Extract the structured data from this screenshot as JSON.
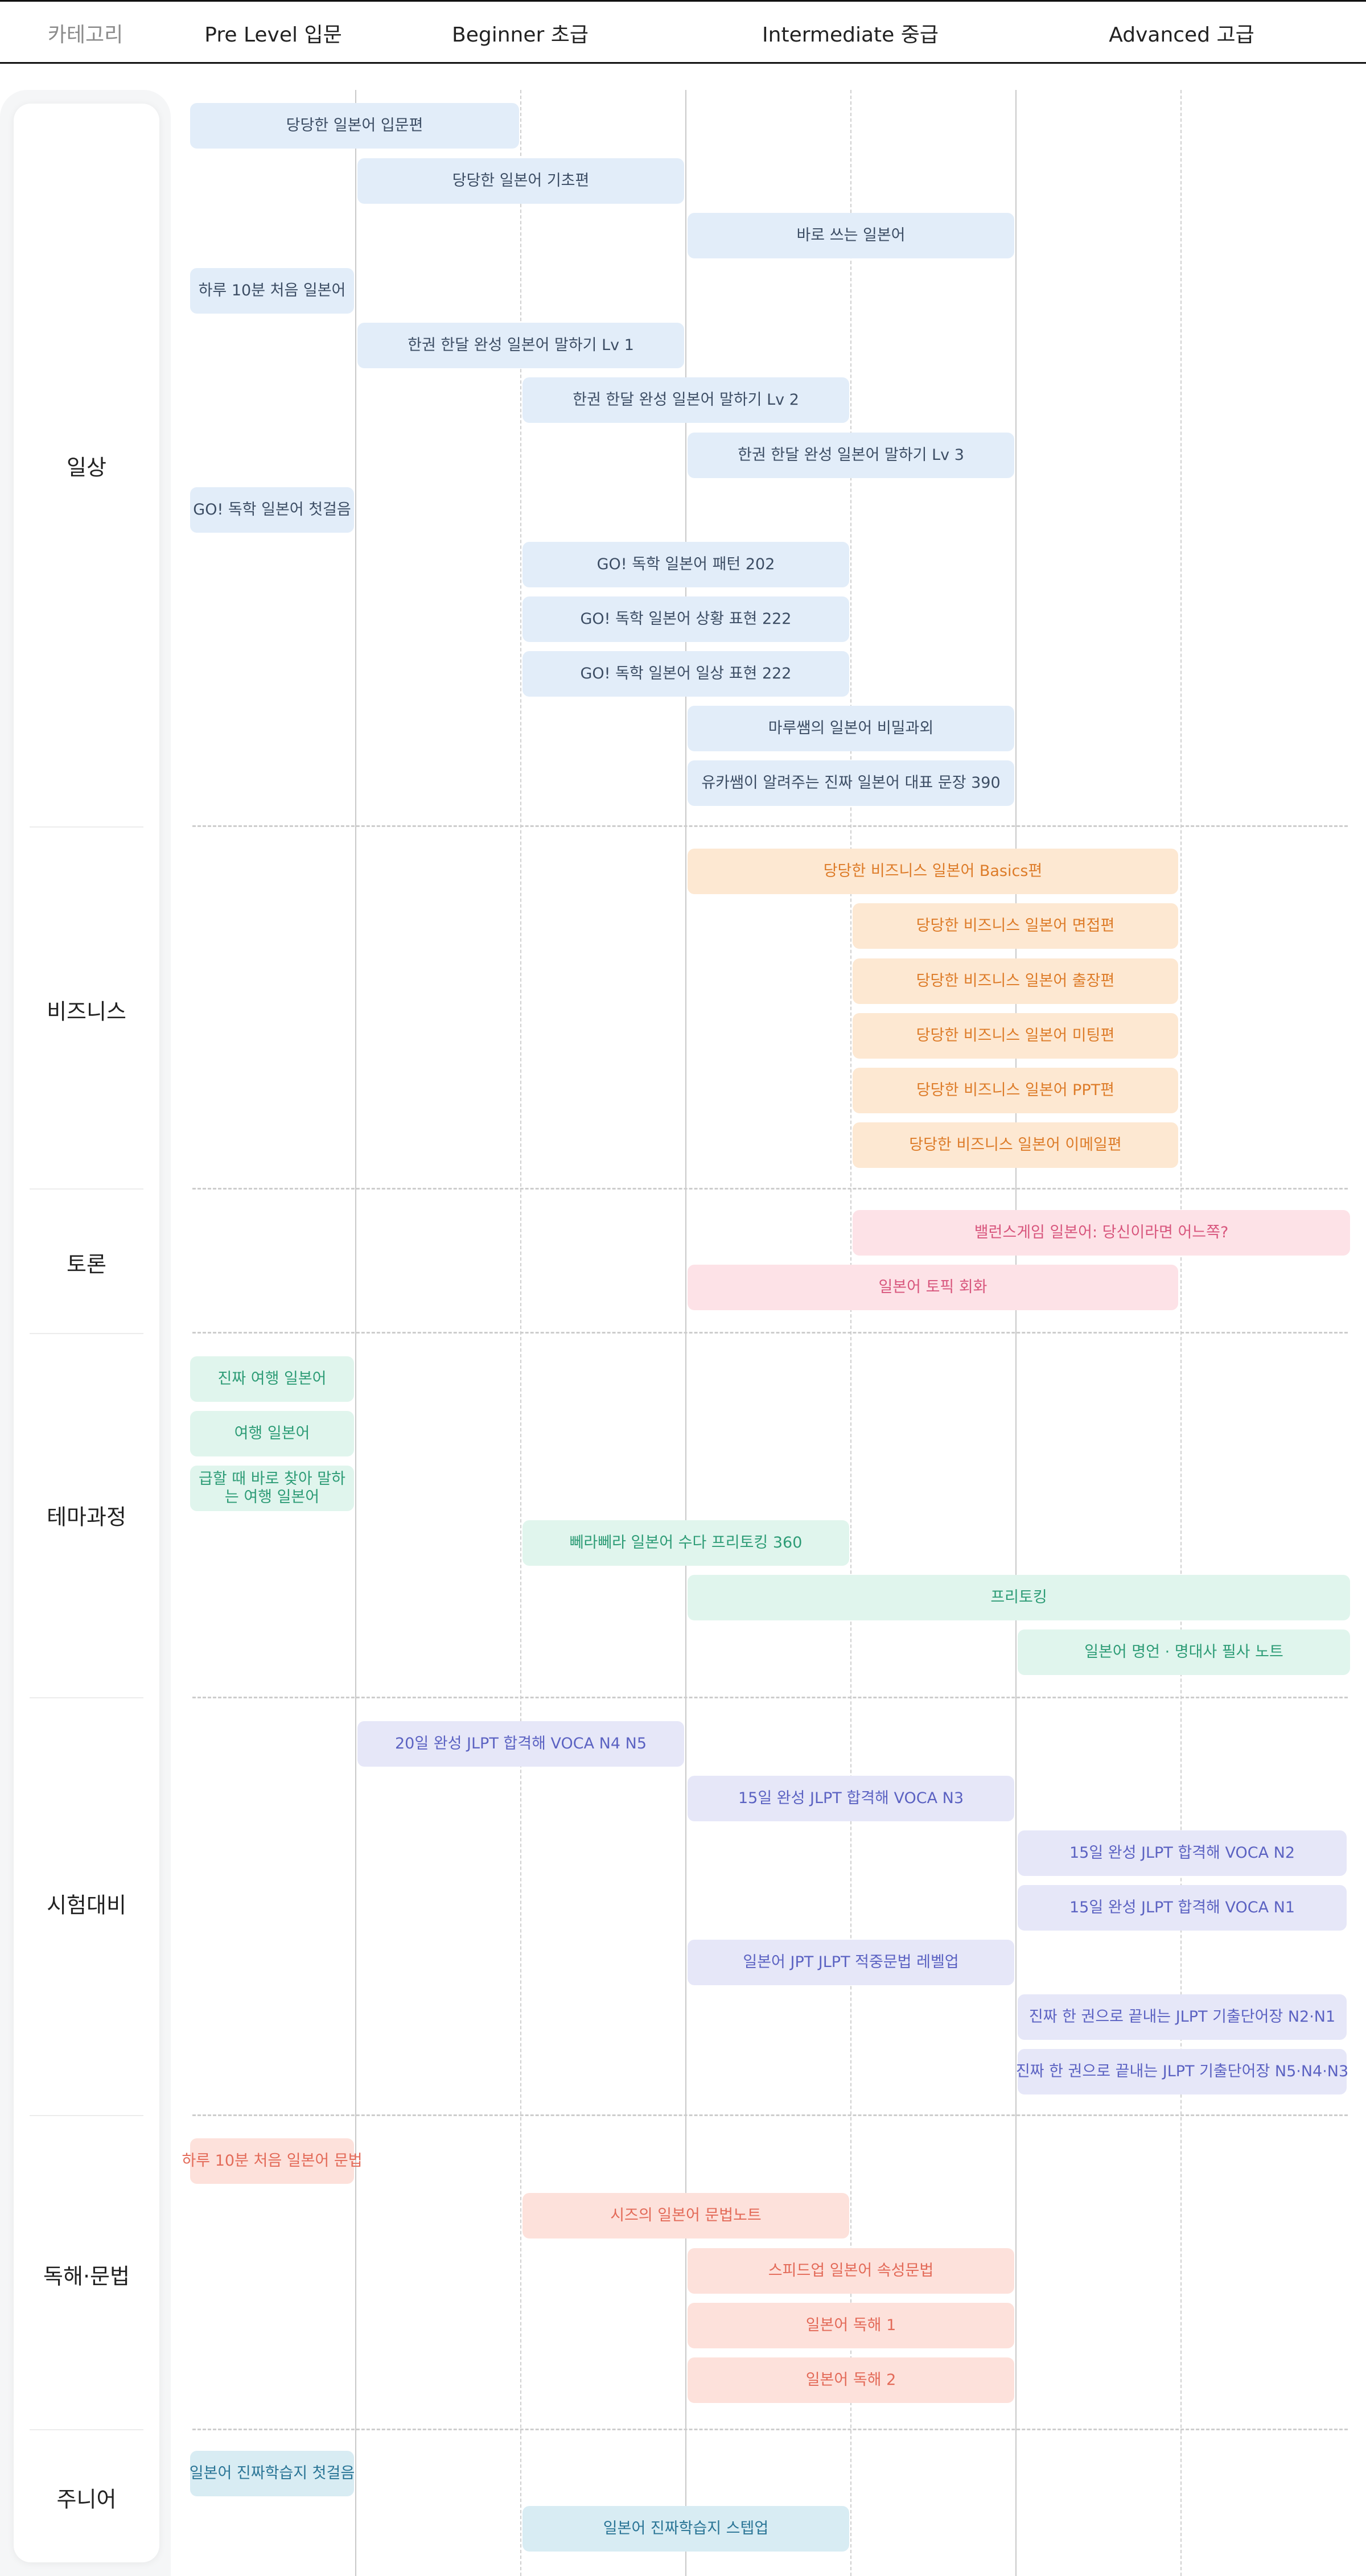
{
  "header": {
    "category": "카테고리",
    "levels": [
      "Pre Level 입문",
      "Beginner 초급",
      "Intermediate 중급",
      "Advanced 고급"
    ]
  },
  "categories": [
    "일상",
    "비즈니스",
    "토론",
    "테마과정",
    "시험대비",
    "독해·문법",
    "주니어"
  ],
  "courses": {
    "daily": [
      "당당한 일본어 입문편",
      "당당한 일본어 기초편",
      "바로 쓰는 일본어",
      "하루 10분 처음 일본어",
      "한권 한달 완성 일본어 말하기 Lv 1",
      "한권 한달 완성 일본어 말하기 Lv 2",
      "한권 한달 완성 일본어 말하기 Lv 3",
      "GO! 독학 일본어 첫걸음",
      "GO! 독학 일본어 패턴 202",
      "GO! 독학 일본어 상황 표현 222",
      "GO! 독학 일본어 일상 표현 222",
      "마루쌤의 일본어 비밀과외",
      "유카쌤이 알려주는 진짜 일본어 대표 문장 390"
    ],
    "business": [
      "당당한 비즈니스 일본어 Basics편",
      "당당한 비즈니스 일본어 면접편",
      "당당한 비즈니스 일본어 출장편",
      "당당한 비즈니스 일본어 미팅편",
      "당당한 비즈니스 일본어 PPT편",
      "당당한 비즈니스 일본어 이메일편"
    ],
    "debate": [
      "밸런스게임 일본어: 당신이라면 어느쪽?",
      "일본어 토픽 회화"
    ],
    "theme": [
      "진짜 여행 일본어",
      "여행 일본어",
      "급할 때 바로 찾아 말하는 여행 일본어",
      "뻬라뻬라 일본어 수다 프리토킹 360",
      "프리토킹",
      "일본어 명언 · 명대사 필사 노트"
    ],
    "exam": [
      "20일 완성 JLPT 합격해 VOCA N4 N5",
      "15일 완성 JLPT 합격해 VOCA N3",
      "15일 완성 JLPT 합격해 VOCA N2",
      "15일 완성 JLPT 합격해 VOCA N1",
      "일본어 JPT JLPT 적중문법 레벨업",
      "진짜 한 권으로 끝내는 JLPT 기출단어장 N2·N1",
      "진짜 한 권으로 끝내는 JLPT 기출단어장 N5·N4·N3"
    ],
    "reading": [
      "하루 10분 처음 일본어 문법",
      "시즈의 일본어 문법노트",
      "스피드업 일본어 속성문법",
      "일본어 독해 1",
      "일본어 독해 2"
    ],
    "junior": [
      "일본어 진짜학습지 첫걸음",
      "일본어 진짜학습지 스텝업"
    ]
  },
  "colors": {
    "daily": "#e2edf9",
    "business": "#fde8d2",
    "debate": "#fde2e7",
    "theme": "#e0f5ed",
    "exam": "#e6e7f8",
    "reading": "#fde1db",
    "junior": "#d8ecf3"
  }
}
